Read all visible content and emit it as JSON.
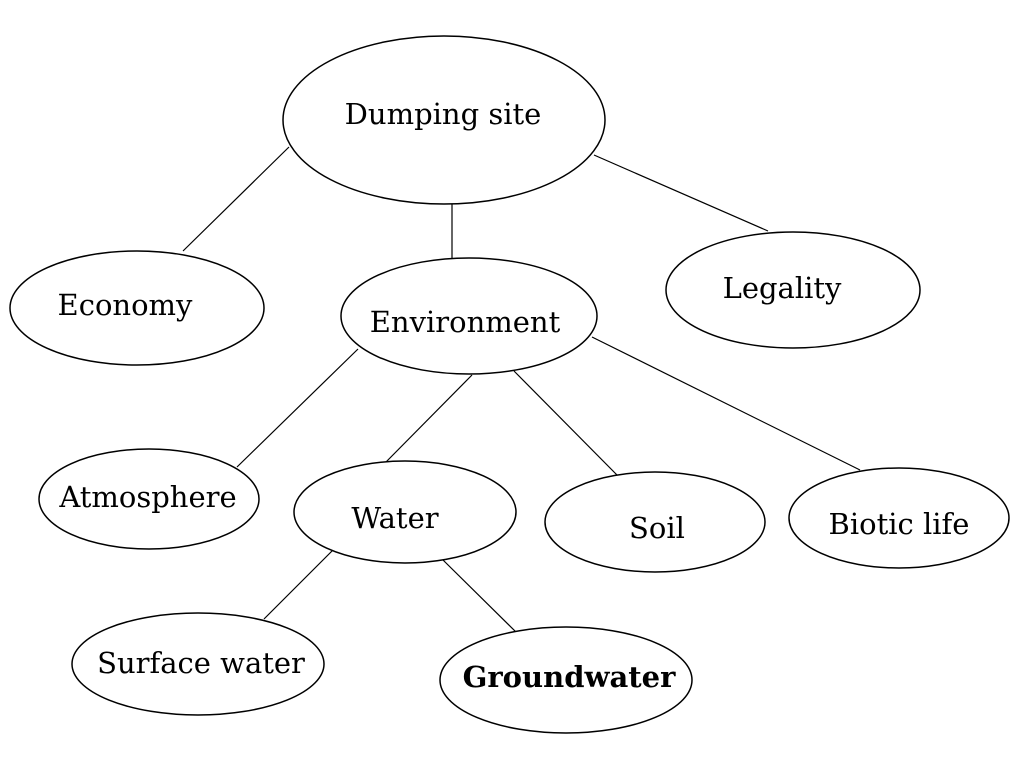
{
  "diagram": {
    "nodes": {
      "dumping_site": "Dumping site",
      "economy": "Economy",
      "environment": "Environment",
      "legality": "Legality",
      "atmosphere": "Atmosphere",
      "water": "Water",
      "soil": "Soil",
      "biotic_life": "Biotic life",
      "surface_water": "Surface water",
      "groundwater": "Groundwater"
    },
    "edges": [
      [
        "dumping_site",
        "economy"
      ],
      [
        "dumping_site",
        "environment"
      ],
      [
        "dumping_site",
        "legality"
      ],
      [
        "environment",
        "atmosphere"
      ],
      [
        "environment",
        "water"
      ],
      [
        "environment",
        "soil"
      ],
      [
        "environment",
        "biotic_life"
      ],
      [
        "water",
        "surface_water"
      ],
      [
        "water",
        "groundwater"
      ]
    ]
  }
}
